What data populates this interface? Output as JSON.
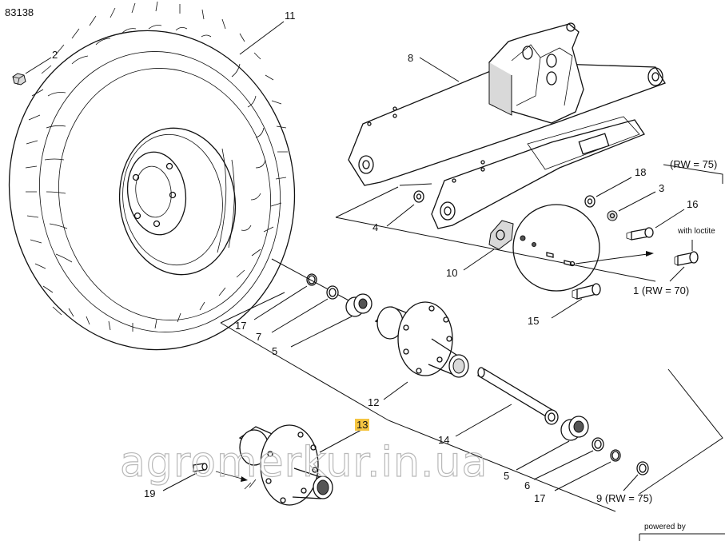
{
  "diagram": {
    "drawing_number": "83138",
    "watermark": "agromerkur.in.ua",
    "powered_by": "powered by",
    "annotation_loctite": "with loctite",
    "callouts": {
      "c1": "1 (RW = 70)",
      "c2": "2",
      "c3": "3",
      "c4": "4",
      "c5a": "5",
      "c5b": "5",
      "c6": "6",
      "c7": "7",
      "c8": "8",
      "c9": "9 (RW = 75)",
      "c10": "10",
      "c11": "11",
      "c12": "12",
      "c13": "13",
      "c14": "14",
      "c15": "15",
      "c16": "16",
      "c17a": "17",
      "c17b": "17",
      "c18": "18",
      "c19": "19",
      "rw75": "(RW = 75)"
    },
    "highlight_color": "#f5c542"
  }
}
